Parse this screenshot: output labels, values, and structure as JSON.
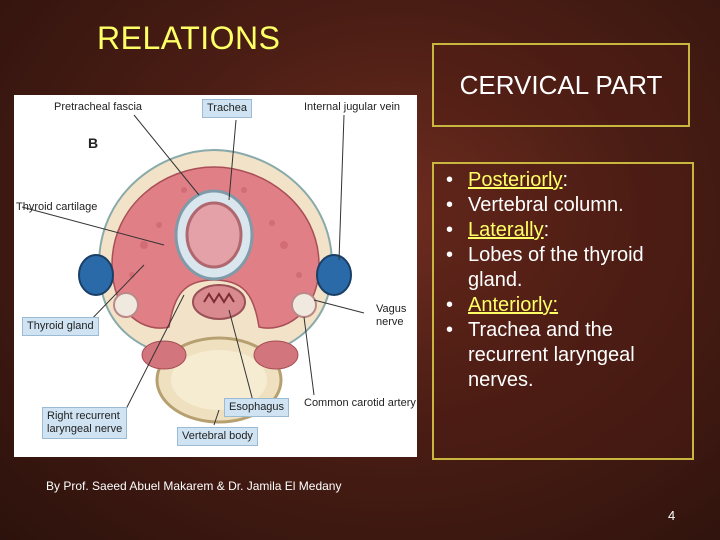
{
  "slide": {
    "title": "RELATIONS",
    "section": "CERVICAL PART",
    "bullets": [
      {
        "heading": "Posteriorly",
        "suffix": ":"
      },
      {
        "text": "Vertebral column."
      },
      {
        "heading": "Laterally",
        "suffix": ":"
      },
      {
        "text": " Lobes of the thyroid gland."
      },
      {
        "heading": "Anteriorly:",
        "suffix": ""
      },
      {
        "text": "Trachea and the recurrent laryngeal nerves."
      }
    ],
    "credit": "By Prof. Saeed Abuel Makarem & Dr. Jamila El Medany",
    "page_number": "4"
  },
  "diagram": {
    "panel_letter": "B",
    "labels": {
      "pretracheal_fascia": "Pretracheal fascia",
      "trachea": "Trachea",
      "internal_jugular_vein": "Internal jugular vein",
      "thyroid_cartilage": "Thyroid cartilage",
      "thyroid_gland": "Thyroid gland",
      "vagus_nerve_1": "Vagus",
      "vagus_nerve_2": "nerve",
      "esophagus": "Esophagus",
      "common_carotid_artery": "Common carotid artery",
      "right_recurrent_1": "Right recurrent",
      "right_recurrent_2": "laryngeal nerve",
      "vertebral_body": "Vertebral body"
    }
  }
}
